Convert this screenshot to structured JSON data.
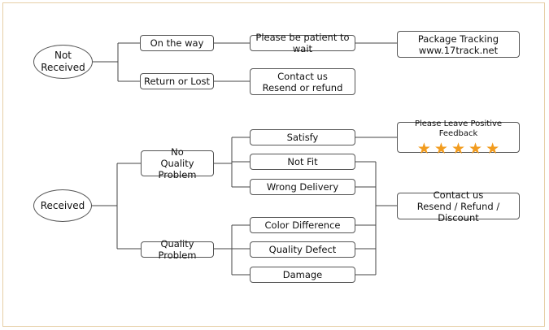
{
  "not_received": {
    "label_line1": "Not",
    "label_line2": "Received",
    "on_the_way": "On the way",
    "please_wait": "Please be patient to wait",
    "tracking_line1": "Package Tracking",
    "tracking_line2": "www.17track.net",
    "return_or_lost": "Return or Lost",
    "contact_line1": "Contact us",
    "contact_line2": "Resend or refund"
  },
  "received": {
    "label": "Received",
    "no_quality_line1": "No",
    "no_quality_line2": "Quality Problem",
    "quality_problem": "Quality Problem",
    "satisfy": "Satisfy",
    "not_fit": "Not Fit",
    "wrong_delivery": "Wrong Delivery",
    "color_difference": "Color Difference",
    "quality_defect": "Quality Defect",
    "damage": "Damage",
    "feedback": "Please Leave Positive Feedback",
    "stars": [
      "★",
      "★",
      "★",
      "★",
      "★"
    ],
    "contact_line1": "Contact us",
    "contact_line2": "Resend / Refund / Discount"
  },
  "colors": {
    "line": "#444444",
    "frame": "#e6cfa6",
    "star": "#f29c1f"
  }
}
